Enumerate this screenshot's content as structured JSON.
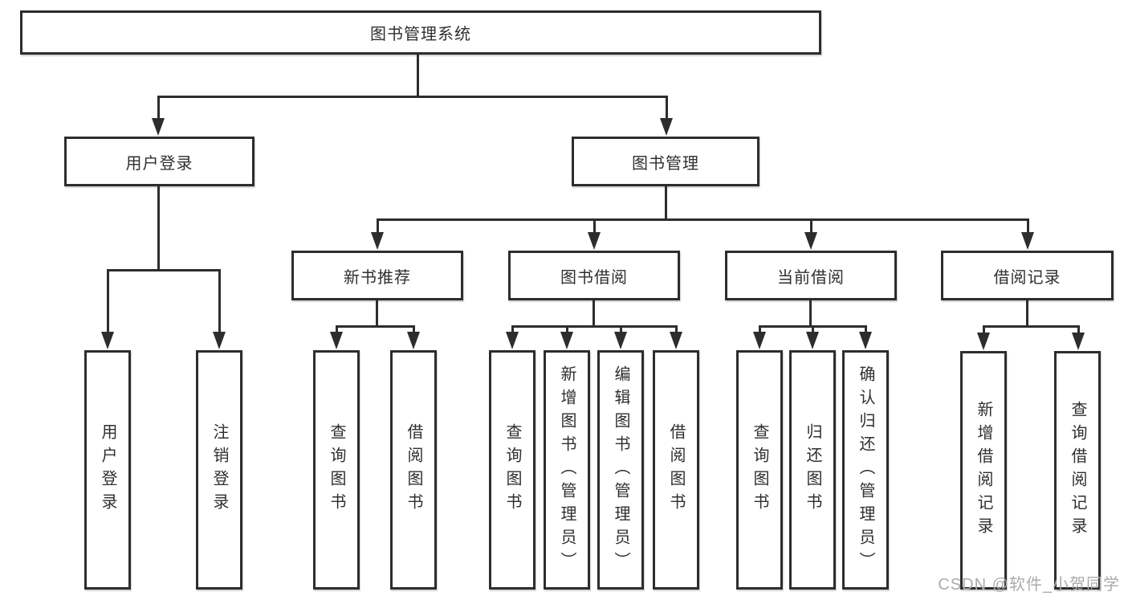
{
  "colors": {
    "line": "#2d2d2d",
    "text": "#2f2f2f",
    "background": "#ffffff",
    "watermark": "#ababab"
  },
  "watermark": {
    "text": "CSDN @软件_小贺同学"
  },
  "tree": {
    "root": {
      "label": "图书管理系统"
    },
    "branches": [
      {
        "label": "用户登录",
        "children": [
          {
            "label": "用户登录"
          },
          {
            "label": "注销登录"
          }
        ]
      },
      {
        "label": "图书管理",
        "groups": [
          {
            "label": "新书推荐",
            "children": [
              {
                "label": "查询图书"
              },
              {
                "label": "借阅图书"
              }
            ]
          },
          {
            "label": "图书借阅",
            "children": [
              {
                "label": "查询图书"
              },
              {
                "label": "新增图书（管理员）"
              },
              {
                "label": "编辑图书（管理员）"
              },
              {
                "label": "借阅图书"
              }
            ]
          },
          {
            "label": "当前借阅",
            "children": [
              {
                "label": "查询图书"
              },
              {
                "label": "归还图书"
              },
              {
                "label": "确认归还（管理员）"
              }
            ]
          },
          {
            "label": "借阅记录",
            "children": [
              {
                "label": "新增借阅记录"
              },
              {
                "label": "查询借阅记录"
              }
            ]
          }
        ]
      }
    ]
  }
}
